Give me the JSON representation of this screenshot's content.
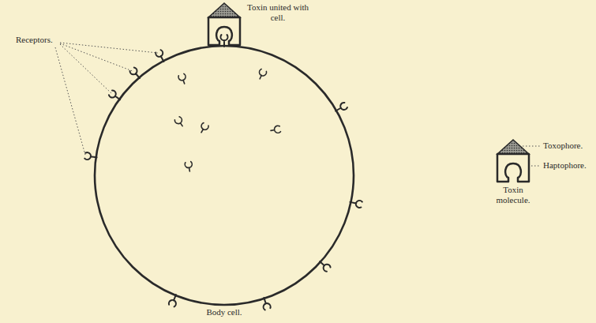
{
  "diagram": {
    "nodes": [
      {
        "text": [
          "Body cell."
        ]
      },
      {
        "text": [
          "Toxin molecule."
        ]
      }
    ],
    "labels": [
      "Toxin united with cell.",
      "Receptors.",
      "Toxophore.",
      "Haptophore."
    ]
  }
}
